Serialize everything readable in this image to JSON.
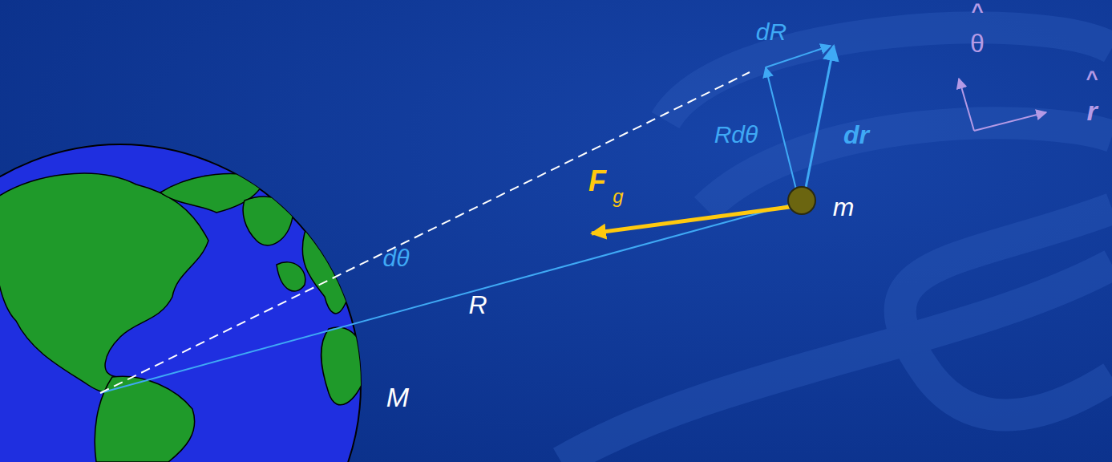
{
  "diagram": {
    "labels": [
      "dR",
      "Rdθ",
      "dr",
      "F",
      "g",
      "m",
      "dθ",
      "R",
      "M",
      "^",
      "θ",
      "^",
      "r"
    ]
  }
}
